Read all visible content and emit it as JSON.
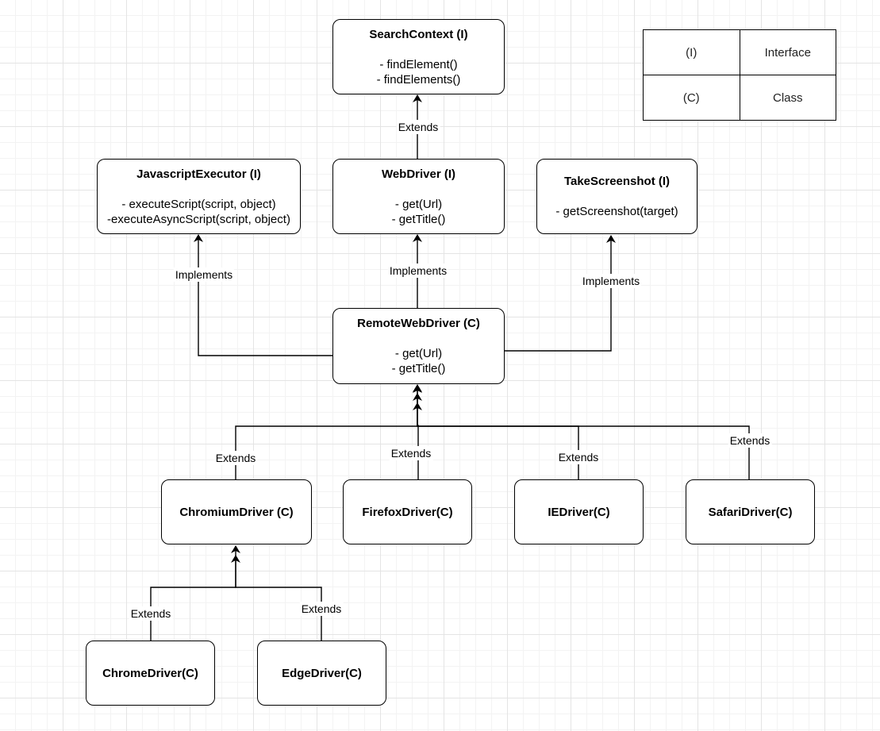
{
  "nodes": {
    "search_context": {
      "title": "SearchContext (I)",
      "methods": [
        "- findElement()",
        "- findElements()"
      ]
    },
    "javascript_executor": {
      "title": "JavascriptExecutor (I)",
      "methods": [
        "- executeScript(script, object)",
        "-executeAsyncScript(script, object)"
      ]
    },
    "web_driver": {
      "title": "WebDriver (I)",
      "methods": [
        "- get(Url)",
        "- getTitle()"
      ]
    },
    "take_screenshot": {
      "title": "TakeScreenshot (I)",
      "methods": [
        "- getScreenshot(target)"
      ]
    },
    "remote_web_driver": {
      "title": "RemoteWebDriver (C)",
      "methods": [
        "- get(Url)",
        "- getTitle()"
      ]
    },
    "chromium_driver": {
      "title": "ChromiumDriver (C)"
    },
    "firefox_driver": {
      "title": "FirefoxDriver(C)"
    },
    "ie_driver": {
      "title": "IEDriver(C)"
    },
    "safari_driver": {
      "title": "SafariDriver(C)"
    },
    "chrome_driver": {
      "title": "ChromeDriver(C)"
    },
    "edge_driver": {
      "title": "EdgeDriver(C)"
    }
  },
  "edges": {
    "webdriver_search_context": "Extends",
    "remote_javascript_executor": "Implements",
    "remote_web_driver": "Implements",
    "remote_take_screenshot": "Implements",
    "chromium_remote": "Extends",
    "firefox_remote": "Extends",
    "ie_remote": "Extends",
    "safari_remote": "Extends",
    "chrome_chromium": "Extends",
    "edge_chromium": "Extends"
  },
  "legend": {
    "rows": [
      {
        "symbol": "(I)",
        "meaning": "Interface"
      },
      {
        "symbol": "(C)",
        "meaning": "Class"
      }
    ]
  }
}
